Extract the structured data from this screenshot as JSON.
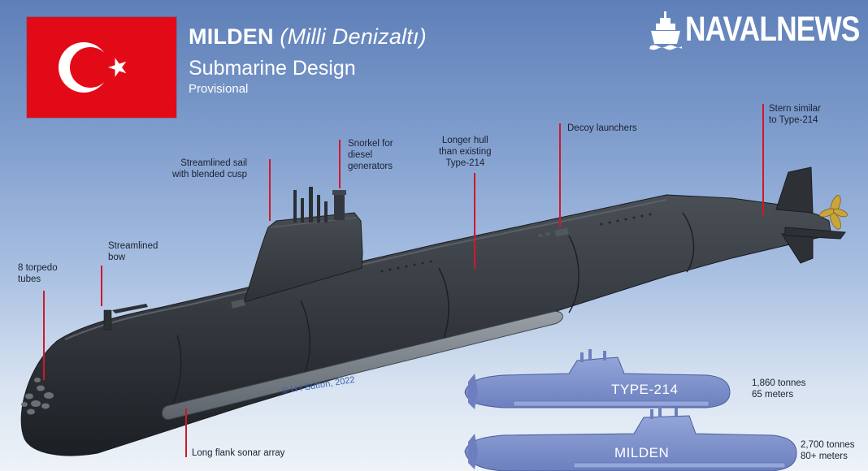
{
  "header": {
    "title_bold": "MILDEN",
    "title_italic": "(Milli Denizaltı)",
    "subtitle": "Submarine Design",
    "status": "Provisional"
  },
  "brand": {
    "name": "NAVALNEWS",
    "logo_icon": "ship-icon"
  },
  "flag": {
    "country": "Turkey",
    "icon": "crescent-star-icon",
    "red": "#e30a17",
    "white": "#ffffff"
  },
  "callouts": {
    "torpedo": [
      "8 torpedo",
      "tubes"
    ],
    "bow": [
      "Streamlined",
      "bow"
    ],
    "sail": [
      "Streamlined sail",
      "with blended cusp"
    ],
    "snorkel": [
      "Snorkel for",
      "diesel",
      "generators"
    ],
    "hull": [
      "Longer hull",
      "than existing",
      "Type-214"
    ],
    "decoy": [
      "Decoy launchers"
    ],
    "stern": [
      "Stern similar",
      "to Type-214"
    ],
    "sonar": [
      "Long flank sonar array"
    ]
  },
  "copyright": "© H I Sutton, 2022",
  "comparison": [
    {
      "name": "TYPE-214",
      "tonnage": "1,860 tonnes",
      "length": "65 meters"
    },
    {
      "name": "MILDEN",
      "tonnage": "2,700 tonnes",
      "length": "80+ meters"
    }
  ],
  "colors": {
    "hull": "#35393f",
    "pointer": "#d0182d",
    "comparison_hull": "#7f92cc",
    "propeller": "#c9a63a"
  }
}
